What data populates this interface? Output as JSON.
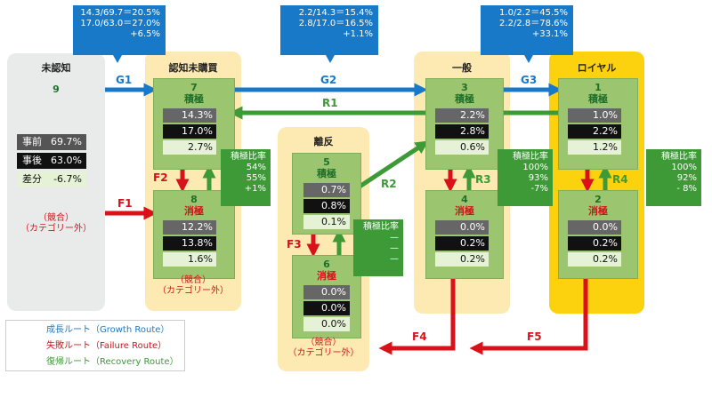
{
  "colors": {
    "growth": "#1879c9",
    "failure": "#d8111a",
    "recovery": "#3d9a37"
  },
  "stages": {
    "unaware": {
      "title": "未認知",
      "count": "9",
      "note": [
        "（競合）",
        "（カテゴリー外）"
      ]
    },
    "unpurchased": {
      "title": "認知未購買"
    },
    "defect": {
      "title": "離反"
    },
    "general": {
      "title": "一般"
    },
    "loyal": {
      "title": "ロイヤル"
    }
  },
  "pre_post": [
    {
      "label": "事前",
      "value": "69.7%"
    },
    {
      "label": "事後",
      "value": "63.0%"
    },
    {
      "label": "差分",
      "value": "-6.7%"
    }
  ],
  "nodes": {
    "n7": {
      "num": "7",
      "label": "積極",
      "v1": "14.3%",
      "v2": "17.0%",
      "v3": "2.7%"
    },
    "n8": {
      "num": "8",
      "label": "消極",
      "v1": "12.2%",
      "v2": "13.8%",
      "v3": "1.6%",
      "note": [
        "（競合）",
        "（カテゴリー外）"
      ]
    },
    "n5": {
      "num": "5",
      "label": "積極",
      "v1": "0.7%",
      "v2": "0.8%",
      "v3": "0.1%"
    },
    "n6": {
      "num": "6",
      "label": "消極",
      "v1": "0.0%",
      "v2": "0.0%",
      "v3": "0.0%",
      "note": [
        "（競合）",
        "（カテゴリー外）"
      ]
    },
    "n3": {
      "num": "3",
      "label": "積極",
      "v1": "2.2%",
      "v2": "2.8%",
      "v3": "0.6%"
    },
    "n4": {
      "num": "4",
      "label": "消極",
      "v1": "0.0%",
      "v2": "0.2%",
      "v3": "0.2%"
    },
    "n1": {
      "num": "1",
      "label": "積極",
      "v1": "1.0%",
      "v2": "2.2%",
      "v3": "1.2%"
    },
    "n2": {
      "num": "2",
      "label": "消極",
      "v1": "0.0%",
      "v2": "0.2%",
      "v3": "0.2%"
    }
  },
  "bubbles": {
    "g1": [
      "14.3/69.7＝20.5%",
      "17.0/63.0＝27.0%",
      "+6.5%"
    ],
    "g2": [
      "2.2/14.3＝15.4%",
      "2.8/17.0＝16.5%",
      "+1.1%"
    ],
    "g3": [
      "1.0/2.2＝45.5%",
      "2.2/2.8＝78.6%",
      "+33.1%"
    ]
  },
  "ratio_boxes": {
    "r78": [
      "積極比率",
      "54%",
      "55%",
      "+1%"
    ],
    "r56": [
      "積極比率",
      "—",
      "—",
      "—"
    ],
    "r34": [
      "積極比率",
      "100%",
      "93%",
      "-7%"
    ],
    "r12": [
      "積極比率",
      "100%",
      "92%",
      "- 8%"
    ]
  },
  "routes": {
    "G1": "G1",
    "G2": "G2",
    "G3": "G3",
    "R1": "R1",
    "R2": "R2",
    "R3": "R3",
    "R4": "R4",
    "F1": "F1",
    "F2": "F2",
    "F3": "F3",
    "F4": "F4",
    "F5": "F5"
  },
  "legend": [
    {
      "label": "成長ルート（Growth Route）"
    },
    {
      "label": "失敗ルート（Failure Route）"
    },
    {
      "label": "復帰ルート（Recovery Route）"
    }
  ]
}
